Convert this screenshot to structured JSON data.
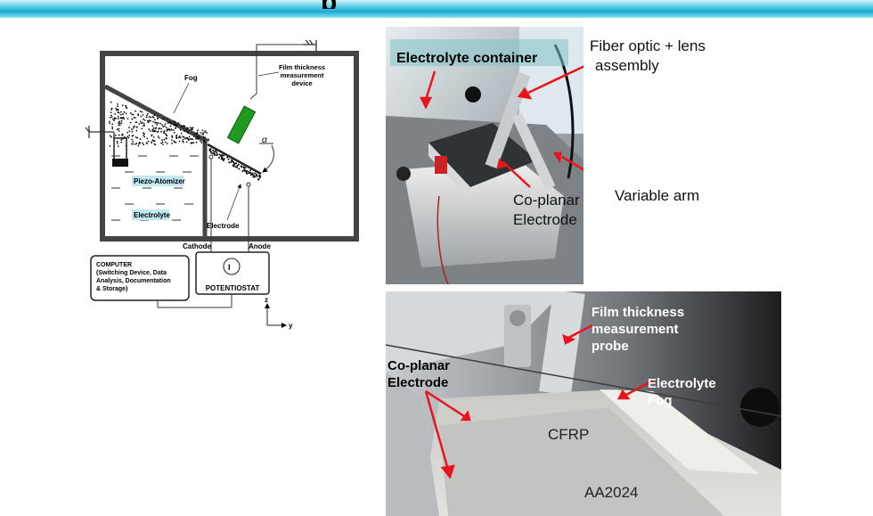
{
  "banner": {
    "title_fragment": "p"
  },
  "schematic": {
    "fog": "Fog",
    "film_device": [
      "Film thickness",
      "measurement",
      "device"
    ],
    "alpha": "α",
    "piezo": "Piezo-Atomizer",
    "electrolyte": "Electrolyte",
    "electrode": "Electrode",
    "cathode": "Cathode",
    "anode": "Anode",
    "computer": [
      "COMPUTER",
      "(Switching Device, Data",
      "Analysis, Documentation",
      "& Storage)"
    ],
    "potentiostat": "POTENTIOSTAT",
    "current_symbol": "I",
    "axis_z": "z",
    "axis_y": "y"
  },
  "photo1": {
    "electrolyte_container": "Electrolyte container",
    "fiber_optic": "Fiber optic + lens",
    "fiber_optic_2": "assembly",
    "variable_arm": "Variable arm",
    "coplanar_1": "Co-planar",
    "coplanar_2": "Electrode"
  },
  "photo2": {
    "film_probe_1": "Film thickness",
    "film_probe_2": "measurement",
    "film_probe_3": "probe",
    "coplanar_1": "Co-planar",
    "coplanar_2": "Electrode",
    "fog_1": "Electrolyte",
    "fog_2": "Fog",
    "cfrp": "CFRP",
    "aa2024": "AA2024"
  },
  "colors": {
    "arrow": "#e8141c",
    "probe": "#1f9a1f",
    "highlight": "#bfe8f0",
    "banner": "#17a9cf"
  }
}
